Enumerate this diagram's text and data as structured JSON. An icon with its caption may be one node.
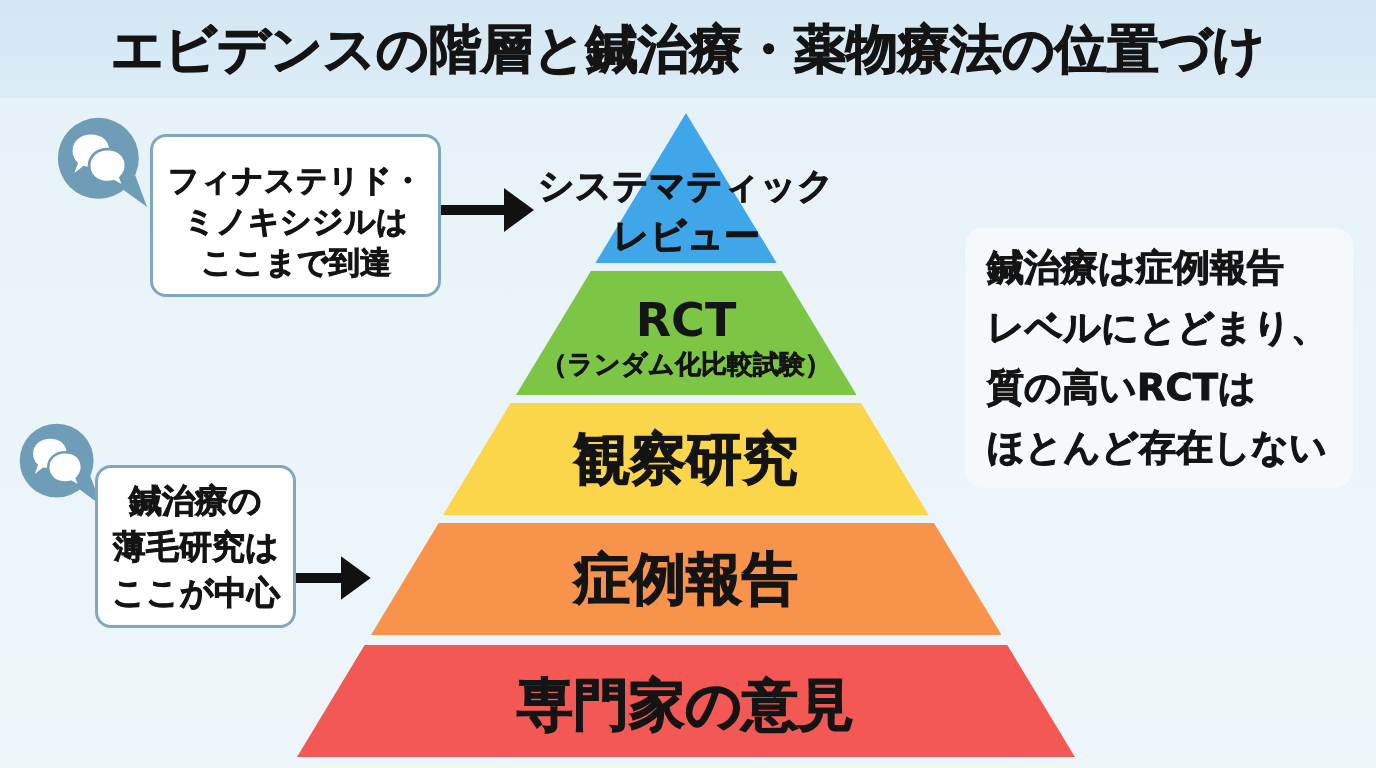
{
  "diagram": {
    "title": "エビデンスの階層と鍼治療・薬物療法の位置づけ",
    "nodes": [
      {
        "text": [
          "フィナステリド・ミノキシジルはここまで到達"
        ]
      },
      {
        "text": [
          "システマティックレビュー"
        ]
      },
      {
        "text": [
          "RCT",
          "（ランダム化比較試験）"
        ]
      },
      {
        "text": [
          "鍼治療は症例報告レベルにとどまり、質の高いRCTはほとんど存在しない"
        ]
      },
      {
        "text": [
          "観察研究"
        ]
      },
      {
        "text": [
          "鍼治療の薄毛研究はここが中心"
        ]
      },
      {
        "text": [
          "症例報告"
        ]
      },
      {
        "text": [
          "専門家の意見"
        ]
      }
    ],
    "edges": [
      {
        "from": 0,
        "to": 1,
        "arrow": "to"
      },
      {
        "from": 5,
        "to": 6,
        "arrow": "to"
      }
    ]
  }
}
